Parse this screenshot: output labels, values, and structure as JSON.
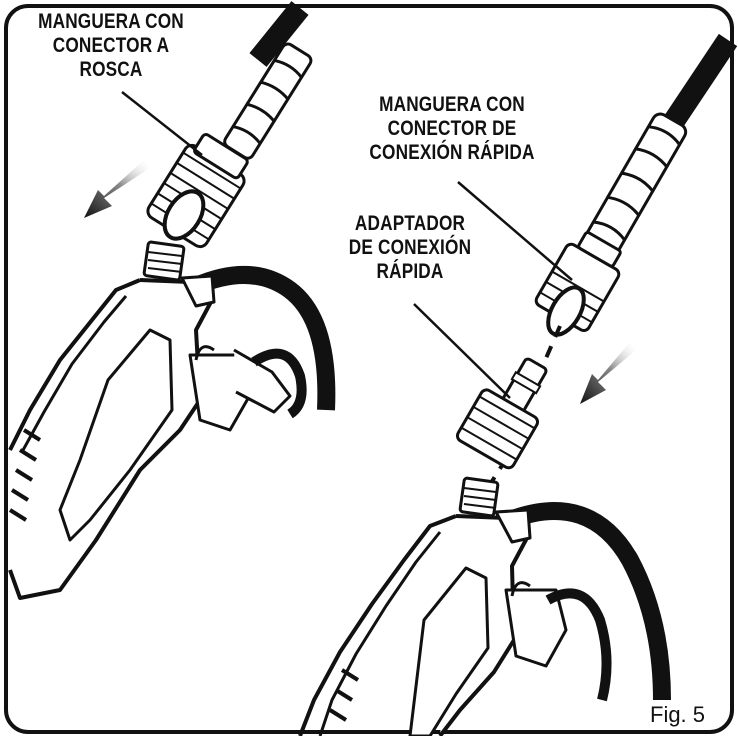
{
  "labels": {
    "threaded_hose": [
      "MANGUERA CON",
      "CONECTOR A",
      "ROSCA"
    ],
    "quick_connect_hose": [
      "MANGUERA CON",
      "CONECTOR DE",
      "CONEXIÓN RÁPIDA"
    ],
    "quick_connect_adapter": [
      "ADAPTADOR",
      "DE CONEXIÓN",
      "RÁPIDA"
    ]
  },
  "figure_label": "Fig. 5"
}
